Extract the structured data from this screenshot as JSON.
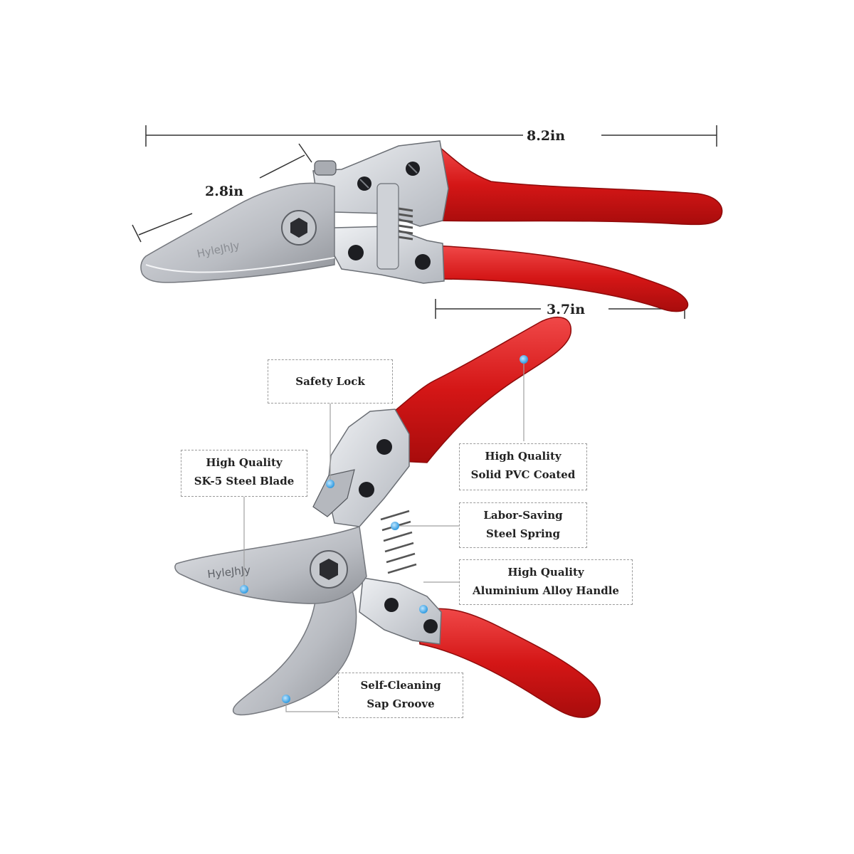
{
  "dimensions": {
    "overall_length": "8.2in",
    "blade_length": "2.8in",
    "handle_length": "3.7in"
  },
  "brand": "HyleJhJy",
  "callouts": {
    "safety_lock": {
      "lines": [
        "Safety Lock"
      ]
    },
    "blade": {
      "lines": [
        "High Quality",
        "SK-5 Steel Blade"
      ]
    },
    "pvc": {
      "lines": [
        "High Quality",
        "Solid PVC Coated"
      ]
    },
    "spring": {
      "lines": [
        "Labor-Saving",
        "Steel Spring"
      ]
    },
    "handle": {
      "lines": [
        "High Quality",
        "Aluminium Alloy Handle"
      ]
    },
    "groove": {
      "lines": [
        "Self-Cleaning",
        "Sap Groove"
      ]
    }
  },
  "colors": {
    "handle_red": "#d91c1c",
    "metal_silver": "#c9ccd2",
    "marker_blue": "#3aa6e8"
  }
}
